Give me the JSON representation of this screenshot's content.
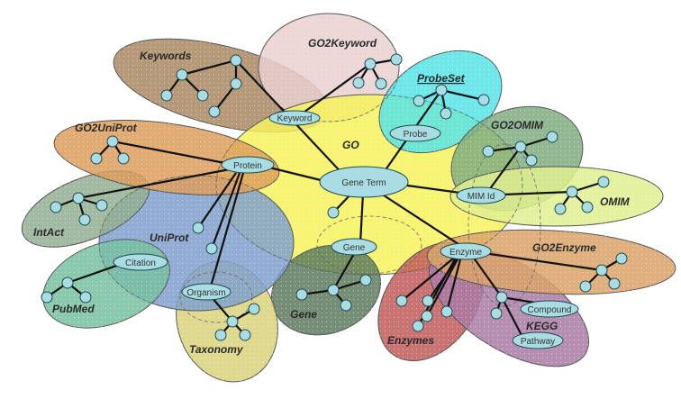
{
  "diagram": {
    "databases": {
      "go": "GO",
      "keywords": "Keywords",
      "go2keyword": "GO2Keyword",
      "probeset": "ProbeSet",
      "go2omim": "GO2OMIM",
      "omim": "OMIM",
      "go2enzyme": "GO2Enzyme",
      "kegg": "KEGG",
      "enzymes": "Enzymes",
      "gene": "Gene",
      "taxonomy": "Taxonomy",
      "uniprot": "UniProt",
      "pubmed": "PubMed",
      "intact": "IntAct",
      "go2uniprot": "GO2UniProt"
    },
    "fields": {
      "gene_term": "Gene Term",
      "keyword": "Keyword",
      "probe": "Probe",
      "mim_id": "MIM Id",
      "gene": "Gene",
      "enzyme": "Enzyme",
      "compound": "Compound",
      "pathway": "Pathway",
      "protein": "Protein",
      "citation": "Citation",
      "organism": "Organism"
    },
    "colors": {
      "go": "#f7f25a",
      "keywords": "#a98762",
      "go2keyword": "#e9cfcf",
      "probeset": "#56e3e6",
      "go2omim": "#7fab7f",
      "omim": "#dfef8e",
      "go2enzyme": "#d9a266",
      "kegg": "#a97aa4",
      "enzymes": "#c05a5a",
      "gene": "#5d7a5d",
      "taxonomy": "#d8d27a",
      "uniprot": "#7f9fcb",
      "pubmed": "#77bfa0",
      "intact": "#90ae90",
      "go2uniprot": "#dc9c5c",
      "node": "#a9dde3"
    }
  }
}
